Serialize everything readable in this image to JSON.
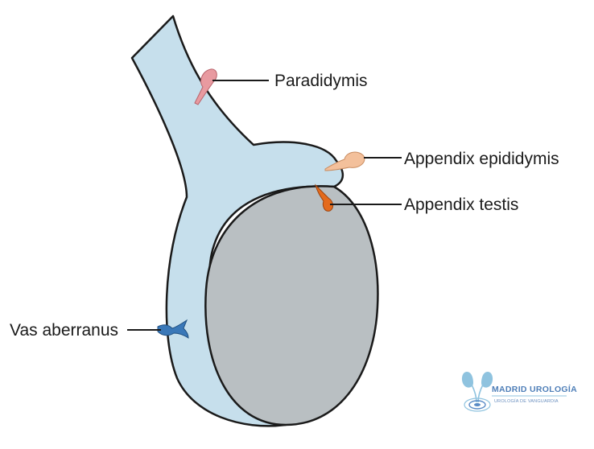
{
  "labels": {
    "paradidymis": "Paradidymis",
    "appendix_epididymis": "Appendix epididymis",
    "appendix_testis": "Appendix testis",
    "vas_aberranus": "Vas aberranus"
  },
  "logo": {
    "title": "MADRID UROLOGÍA",
    "subtitle": "UROLOGÍA DE VANGUARDIA"
  },
  "colors": {
    "epididymis_fill": "#c6dfec",
    "testis_fill": "#b9bfc2",
    "outline": "#1a1a1a",
    "paradidymis": "#e89aa0",
    "appendix_epididymis": "#f3c09b",
    "appendix_testis": "#e46a1c",
    "vas_aberranus": "#3a78b8",
    "logo": "#5b8bc6"
  }
}
